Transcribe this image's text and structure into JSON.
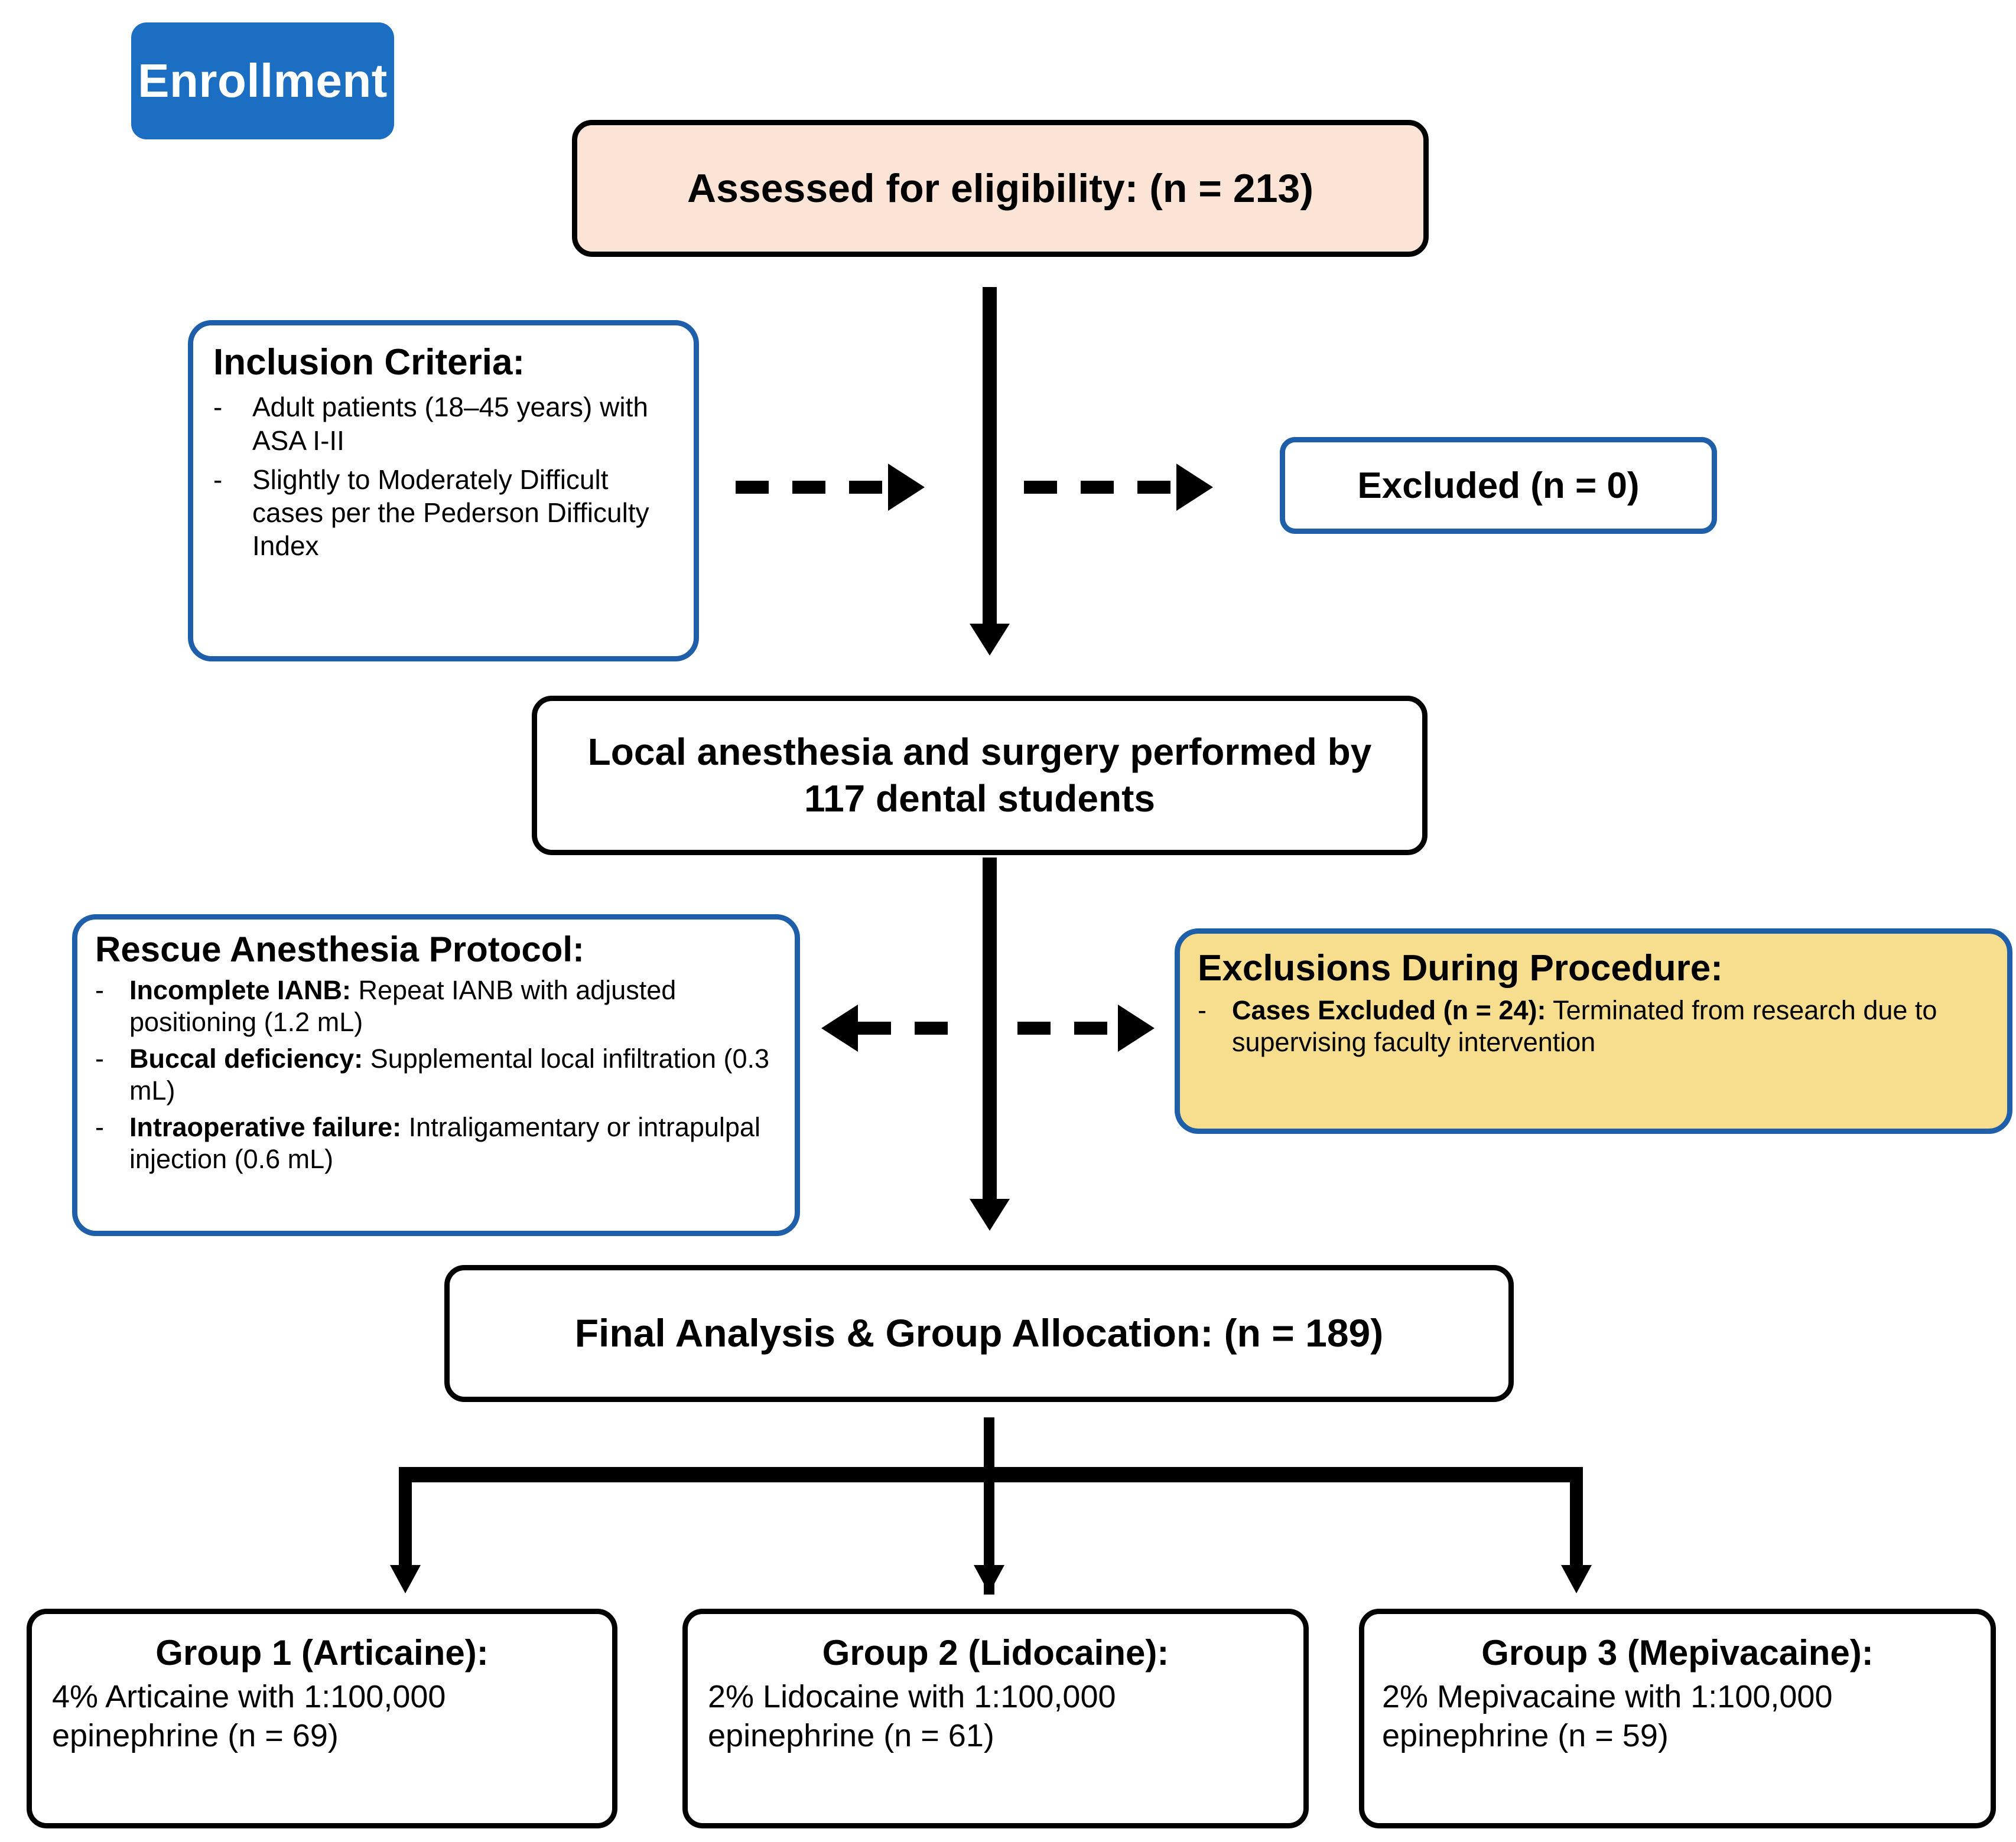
{
  "diagram": {
    "title": "CONSORT participant flow diagram",
    "colors": {
      "enrollment_badge": "#1B6EC2",
      "eligibility_fill": "#FBE3D5",
      "exclusions_fill": "#F7DE8E",
      "blue_border": "#1F5FA9",
      "black_border": "#000000"
    }
  },
  "enrollment": {
    "label": "Enrollment"
  },
  "eligibility": {
    "text": "Assessed for eligibility: (n = 213)"
  },
  "inclusion": {
    "heading": "Inclusion Criteria:",
    "bullet_marker": "-",
    "items": [
      {
        "text": "Adult patients (18–45 years) with ASA I-II"
      },
      {
        "text": "Slightly to Moderately Difficult cases per the Pederson Difficulty Index"
      }
    ]
  },
  "excluded": {
    "text": "Excluded (n = 0)"
  },
  "anesthesia": {
    "text": "Local anesthesia and surgery performed by 117 dental students"
  },
  "rescue": {
    "heading": "Rescue Anesthesia Protocol:",
    "bullet_marker": "-",
    "items": [
      {
        "lead": "Incomplete IANB:",
        "rest": " Repeat IANB with adjusted positioning (1.2 mL)"
      },
      {
        "lead": "Buccal deficiency:",
        "rest": " Supplemental local infiltration (0.3 mL)"
      },
      {
        "lead": "Intraoperative failure:",
        "rest": " Intraligamentary or intrapulpal injection (0.6 mL)"
      }
    ]
  },
  "exclusions_during": {
    "heading": "Exclusions During Procedure:",
    "bullet_marker": "-",
    "items": [
      {
        "lead": "Cases Excluded (n = 24):",
        "rest": " Terminated from research due to supervising faculty intervention"
      }
    ]
  },
  "final_analysis": {
    "text": "Final Analysis & Group Allocation: (n = 189)"
  },
  "groups": [
    {
      "title": "Group 1 (Articaine):",
      "body": "4% Articaine with 1:100,000 epinephrine (n = 69)"
    },
    {
      "title": "Group 2 (Lidocaine):",
      "body": "2% Lidocaine with 1:100,000 epinephrine (n = 61)"
    },
    {
      "title": "Group 3 (Mepivacaine):",
      "body": "2% Mepivacaine with 1:100,000 epinephrine (n = 59)"
    }
  ]
}
